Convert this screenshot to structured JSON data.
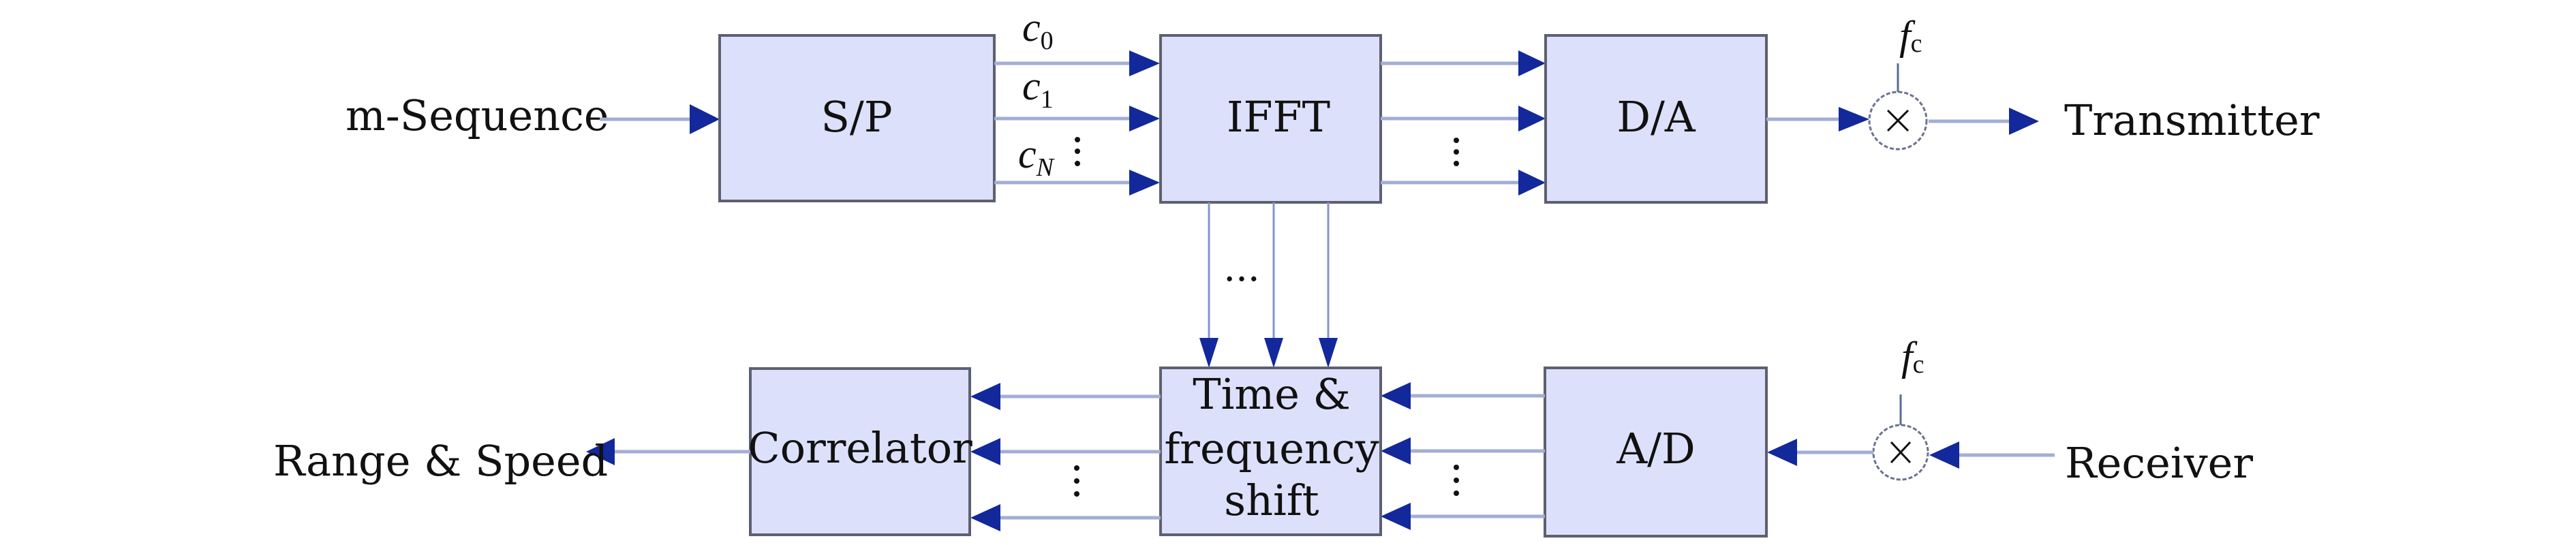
{
  "diagram": {
    "title": "OFDM radar transmitter/receiver block diagram",
    "colors": {
      "box_fill": "#dde0fa",
      "box_border": "#5d6070",
      "connector": "#a3add5",
      "arrowhead": "#13289a",
      "text": "#111111"
    },
    "inputs_outputs": {
      "tx_input": "m-Sequence",
      "tx_output": "Transmitter",
      "rx_input": "Receiver",
      "rx_output": "Range & Speed"
    },
    "blocks": {
      "sp": "S/P",
      "ifft": "IFFT",
      "da": "D/A",
      "ad": "A/D",
      "correlator": "Correlator",
      "tf_shift_lines": [
        "Time &",
        "frequency",
        "shift"
      ]
    },
    "mixers": {
      "symbol": "×",
      "carrier_label": "f",
      "carrier_subscript": "c"
    },
    "subcarrier_labels": [
      {
        "base": "c",
        "sub": "0"
      },
      {
        "base": "c",
        "sub": "1"
      },
      {
        "base": "c",
        "sub": "N"
      }
    ],
    "ellipsis": {
      "vertical": "⋮",
      "horizontal": "..."
    },
    "connections": [
      {
        "from": "m-Sequence",
        "to": "S/P"
      },
      {
        "from": "S/P",
        "to": "IFFT",
        "parallel": [
          "c0",
          "c1",
          "cN"
        ]
      },
      {
        "from": "IFFT",
        "to": "D/A",
        "parallel": 3
      },
      {
        "from": "D/A",
        "to": "mixer-tx"
      },
      {
        "from": "fc",
        "to": "mixer-tx"
      },
      {
        "from": "mixer-tx",
        "to": "Transmitter"
      },
      {
        "from": "IFFT",
        "to": "Time & frequency shift",
        "parallel": 3
      },
      {
        "from": "Receiver",
        "to": "mixer-rx"
      },
      {
        "from": "fc",
        "to": "mixer-rx"
      },
      {
        "from": "mixer-rx",
        "to": "A/D"
      },
      {
        "from": "A/D",
        "to": "Time & frequency shift",
        "parallel": 3
      },
      {
        "from": "Time & frequency shift",
        "to": "Correlator",
        "parallel": 3
      },
      {
        "from": "Correlator",
        "to": "Range & Speed"
      }
    ]
  }
}
